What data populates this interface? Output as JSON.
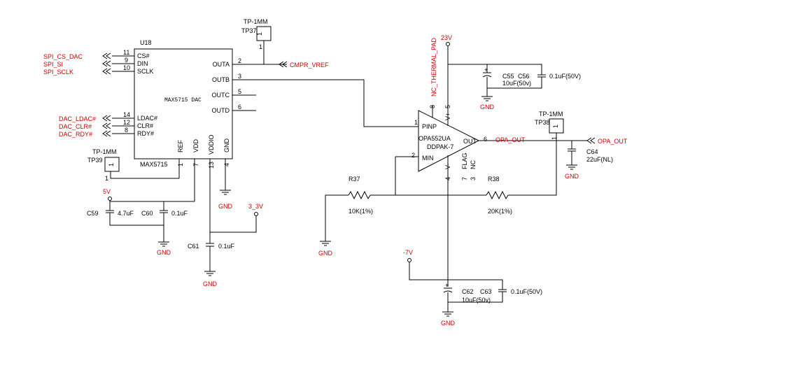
{
  "u18": {
    "ref": "U18",
    "part": "MAX5715",
    "desc": "MAX5715 DAC",
    "pins_left": [
      {
        "num": "11",
        "name": "CS#"
      },
      {
        "num": "9",
        "name": "DIN"
      },
      {
        "num": "10",
        "name": "SCLK"
      },
      {
        "num": "14",
        "name": "LDAC#"
      },
      {
        "num": "12",
        "name": "CLR#"
      },
      {
        "num": "8",
        "name": "RDY#"
      }
    ],
    "pins_right": [
      {
        "num": "2",
        "name": "OUTA"
      },
      {
        "num": "3",
        "name": "OUTB"
      },
      {
        "num": "5",
        "name": "OUTC"
      },
      {
        "num": "6",
        "name": "OUTD"
      }
    ],
    "pins_bottom": [
      {
        "num": "1",
        "name": "REF"
      },
      {
        "num": "7",
        "name": "VDD"
      },
      {
        "num": "13",
        "name": "VDDIO"
      },
      {
        "num": "4",
        "name": "GND"
      }
    ]
  },
  "nets": {
    "spi_cs": "SPI_CS_DAC",
    "spi_si": "SPI_SI",
    "spi_sclk": "SPI_SCLK",
    "dac_ldac": "DAC_LDAC#",
    "dac_clr": "DAC_CLR#",
    "dac_rdy": "DAC_RDY#",
    "cmpr_vref": "CMPR_VREF",
    "opa_out_wire": "OPA_OUT",
    "opa_out_port": "OPA_OUT",
    "nc_thermal": "NC_THERMAL_PAD",
    "p5v": "5V",
    "p3v3": "3_3V",
    "p23v": "23V",
    "n7v": "-7V",
    "gnd": "GND"
  },
  "testpoints": [
    {
      "ref": "TP37",
      "part": "TP-1MM",
      "pin": "1"
    },
    {
      "ref": "TP38",
      "part": "TP-1MM",
      "pin": "1"
    },
    {
      "ref": "TP39",
      "part": "TP-1MM",
      "pin": "1"
    }
  ],
  "opamp": {
    "part": "OPA552UA",
    "package": "DDPAK-7",
    "pins": {
      "pinp": "PINP",
      "minus": "MIN",
      "out": "OUT",
      "vp": "V+",
      "vm": "V-",
      "flag": "FLAG",
      "nc": "NC"
    },
    "pin_nums": {
      "pinp": "1",
      "minus": "2",
      "out": "6",
      "vp": "5",
      "vm": "4",
      "nc_top": "8",
      "flag": "7",
      "nc": "3"
    }
  },
  "resistors": [
    {
      "ref": "R37",
      "value": "10K(1%)"
    },
    {
      "ref": "R38",
      "value": "20K(1%)"
    }
  ],
  "capacitors": {
    "c55": {
      "ref": "C55",
      "value": "10uF(50v)"
    },
    "c56": {
      "ref": "C56",
      "value": "0.1uF(50V)"
    },
    "c59": {
      "ref": "C59",
      "value": "4.7uF"
    },
    "c60": {
      "ref": "C60",
      "value": "0.1uF"
    },
    "c61": {
      "ref": "C61",
      "value": "0.1uF"
    },
    "c62": {
      "ref": "C62",
      "value": "10uF(50v)"
    },
    "c63": {
      "ref": "C63",
      "value": "0.1uF(50V)"
    },
    "c64": {
      "ref": "C64",
      "value": "22uF(NL)"
    }
  },
  "pin_labels": {
    "tp_pin": "1",
    "pol_plus": "+"
  }
}
